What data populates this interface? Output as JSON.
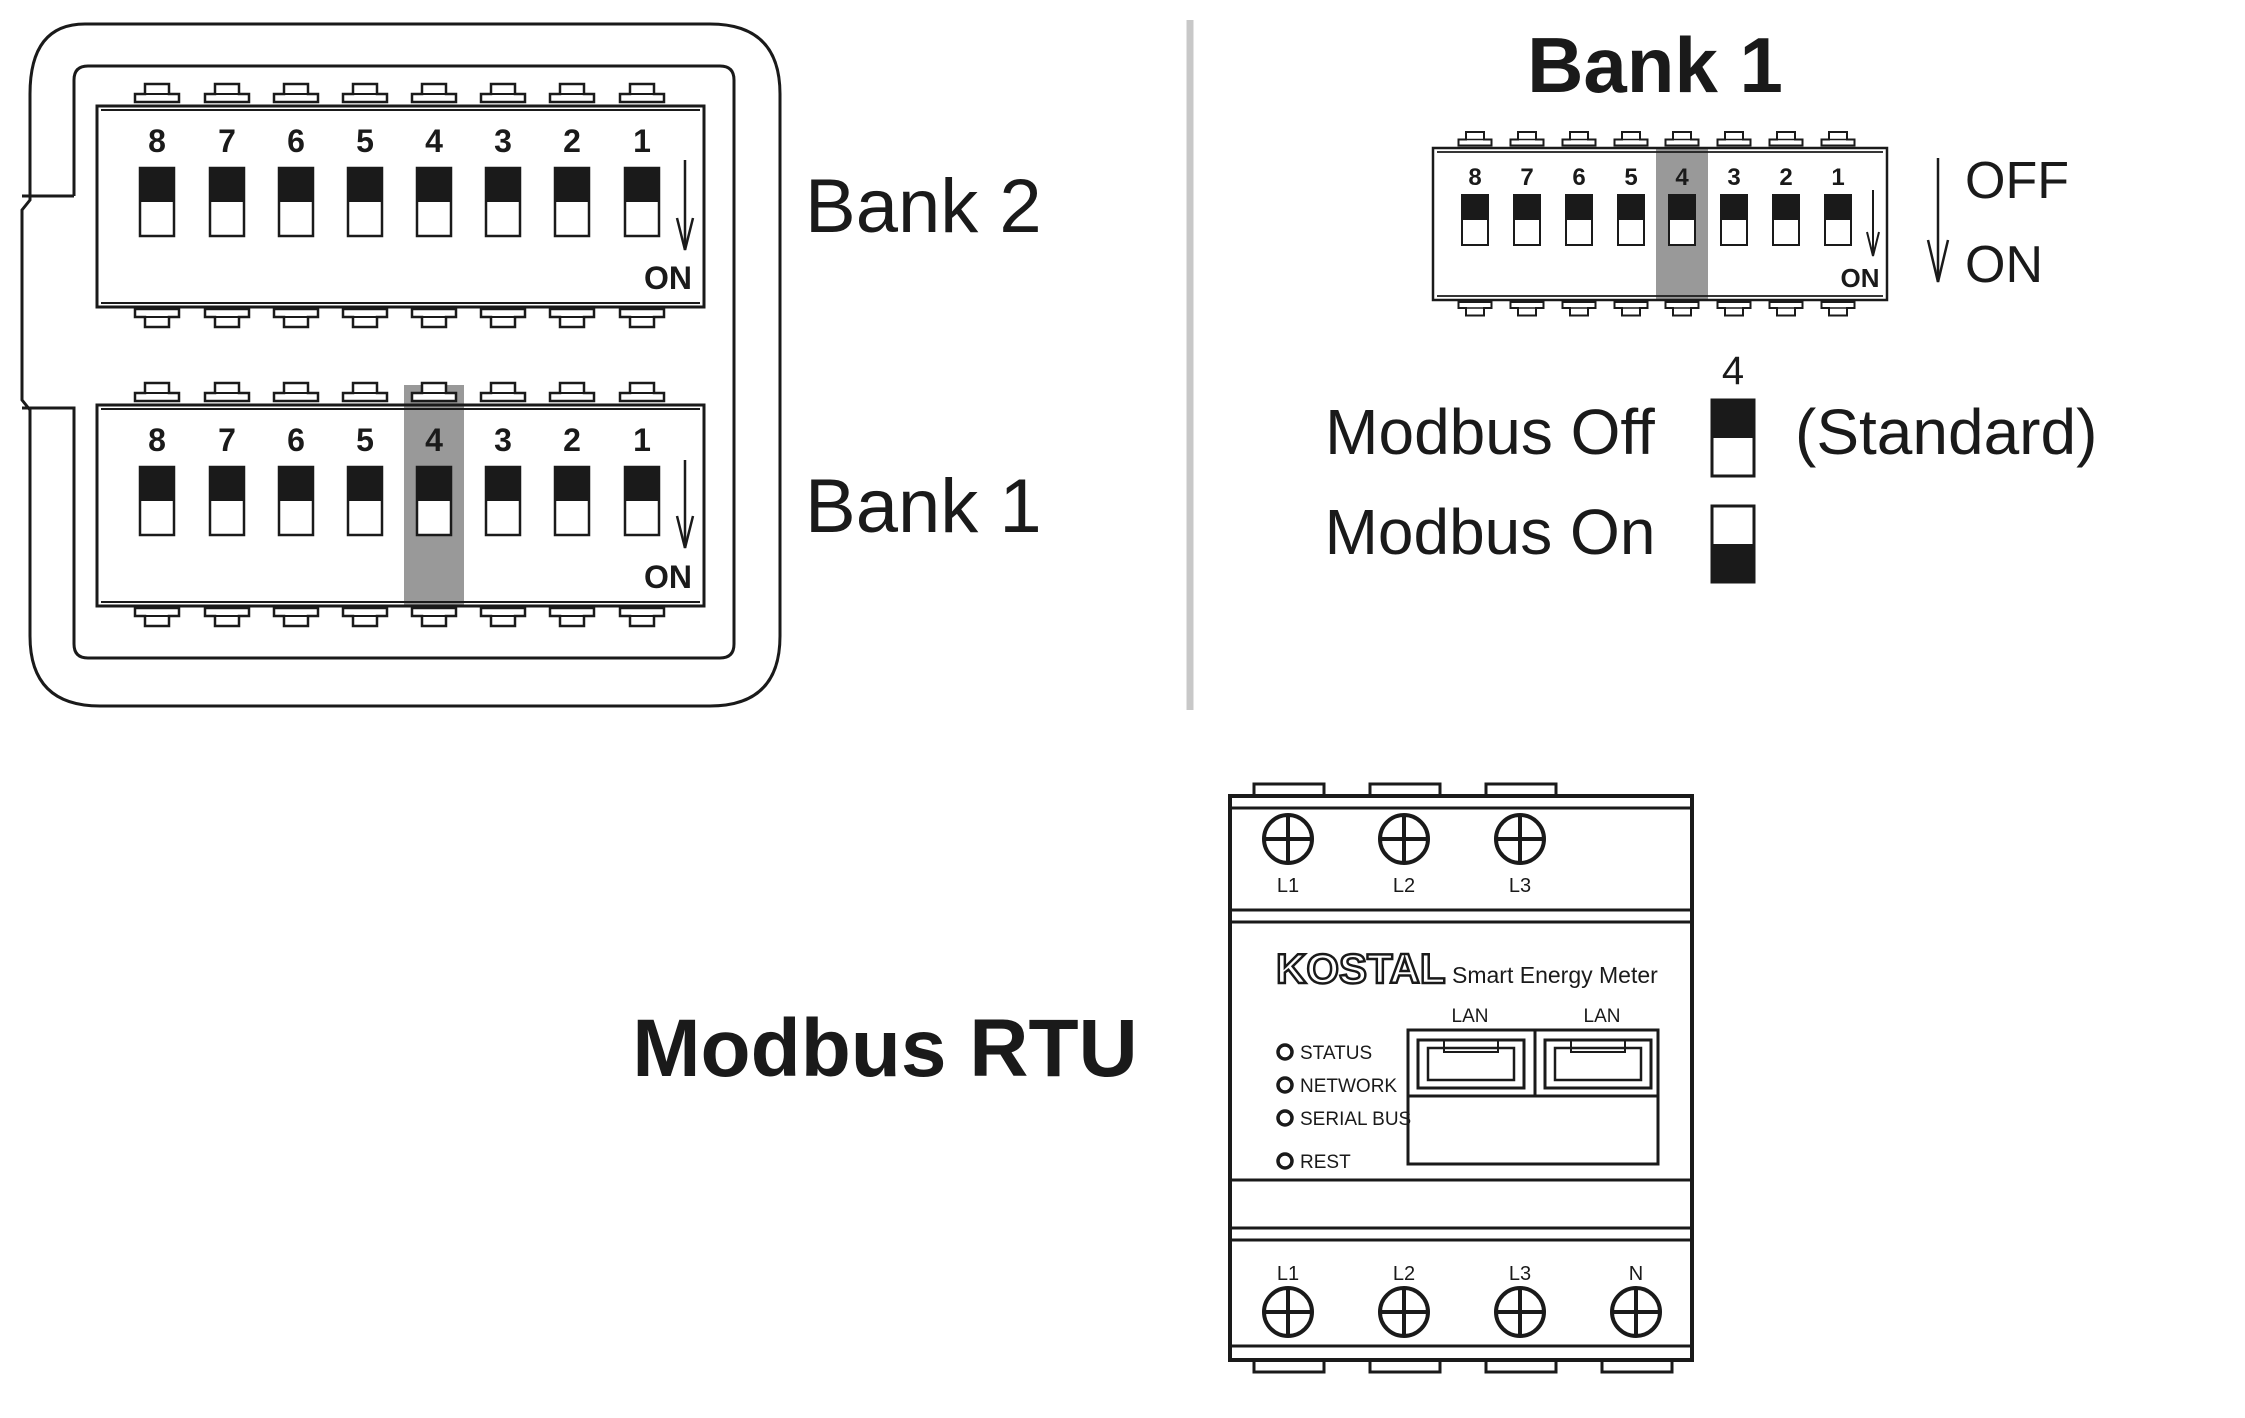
{
  "left_panel": {
    "bank2_label": "Bank 2",
    "bank1_label": "Bank 1",
    "switch_numbers": [
      "8",
      "7",
      "6",
      "5",
      "4",
      "3",
      "2",
      "1"
    ],
    "on_label": "ON",
    "highlighted_switch": "4"
  },
  "right_panel": {
    "title": "Bank 1",
    "switch_numbers": [
      "8",
      "7",
      "6",
      "5",
      "4",
      "3",
      "2",
      "1"
    ],
    "on_label": "ON",
    "legend_off": "OFF",
    "legend_on": "ON",
    "switch_index_label": "4",
    "modbus_off_label": "Modbus Off",
    "modbus_on_label": "Modbus On",
    "standard_label": "(Standard)"
  },
  "meter": {
    "title": "Modbus RTU",
    "brand": "KOSTAL",
    "product": "Smart Energy Meter",
    "top_terminals": [
      "L1",
      "L2",
      "L3"
    ],
    "bottom_terminals": [
      "L1",
      "L2",
      "L3",
      "N"
    ],
    "lan_labels": [
      "LAN",
      "LAN"
    ],
    "indicators": [
      "STATUS",
      "NETWORK",
      "SERIAL BUS",
      "REST"
    ]
  },
  "colors": {
    "line": "#1a1a1a",
    "highlight": "#999999",
    "divider": "#c8c8c8"
  }
}
